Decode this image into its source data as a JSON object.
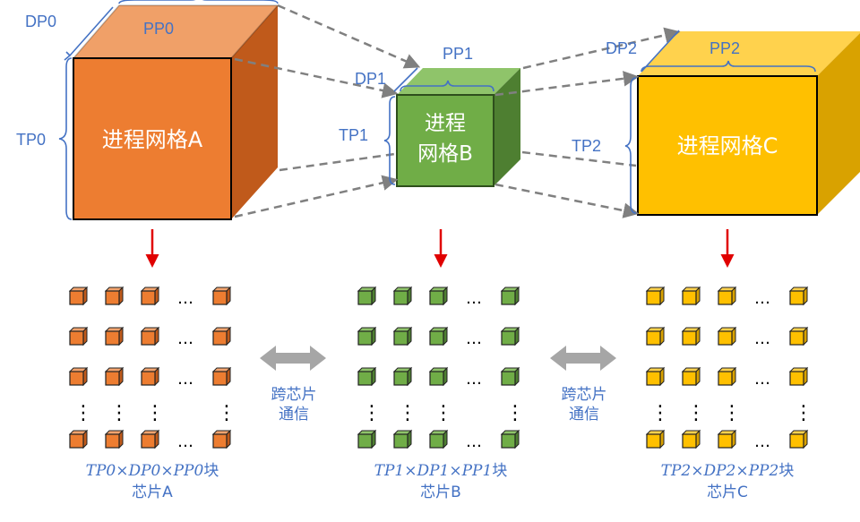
{
  "meshes": [
    {
      "name": "进程网格A",
      "tp": "TP0",
      "dp": "DP0",
      "pp": "PP0",
      "color": "#ED7D31",
      "top": "#F4A46E",
      "side": "#C05A1B"
    },
    {
      "name_line1": "进程",
      "name_line2": "网格B",
      "tp": "TP1",
      "dp": "DP1",
      "pp": "PP1",
      "color": "#70AD47",
      "top": "#8FC46A",
      "side": "#4E7F31"
    },
    {
      "name": "进程网格C",
      "tp": "TP2",
      "dp": "DP2",
      "pp": "PP2",
      "color": "#FFC000",
      "top": "#FFD24D",
      "side": "#D9A200"
    }
  ],
  "chip_groups": [
    {
      "formula": "TP0×DP0×PP0",
      "suffix": "块",
      "name": "芯片A"
    },
    {
      "formula": "TP1×DP1×PP1",
      "suffix": "块",
      "name": "芯片B"
    },
    {
      "formula": "TP2×DP2×PP2",
      "suffix": "块",
      "name": "芯片C"
    }
  ],
  "comm_labels": [
    {
      "line1": "跨芯片",
      "line2": "通信"
    },
    {
      "line1": "跨芯片",
      "line2": "通信"
    }
  ],
  "ellipsis": "…",
  "vdots": "⋮",
  "colors": {
    "label_blue": "#4472C4",
    "arrow_red": "#E00000",
    "dash_gray": "#808080",
    "double_arrow_gray": "#A6A6A6"
  }
}
